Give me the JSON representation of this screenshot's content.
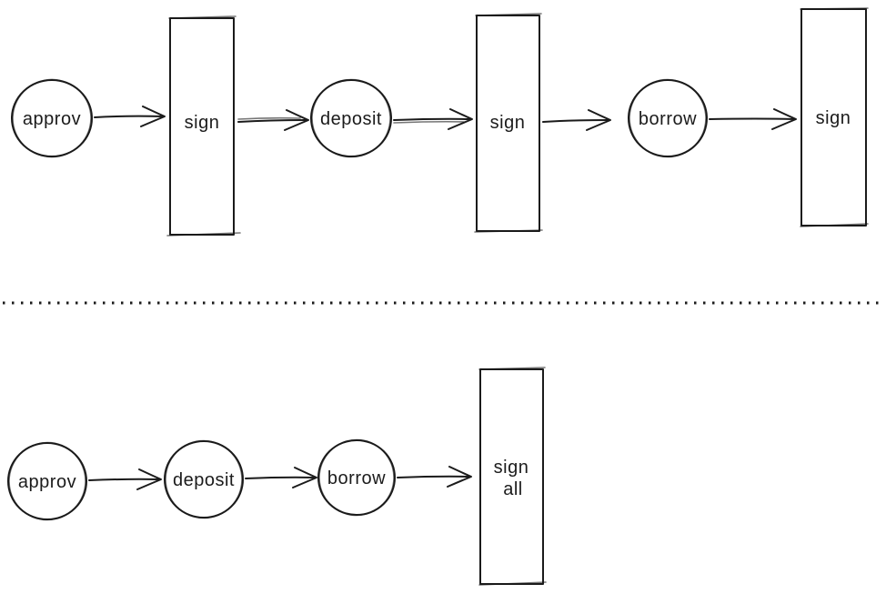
{
  "canvas": {
    "background_color": "#ffffff",
    "ink_color": "#1b1b1b",
    "style": "hand-drawn"
  },
  "flow_top": {
    "approv_label": "approv",
    "sign1_label": "sign",
    "deposit_label": "deposit",
    "sign2_label": "sign",
    "borrow_label": "borrow",
    "sign3_label": "sign"
  },
  "flow_bottom": {
    "approv_label": "approv",
    "deposit_label": "deposit",
    "borrow_label": "borrow",
    "sign_all_line1": "sign",
    "sign_all_line2": "all"
  }
}
